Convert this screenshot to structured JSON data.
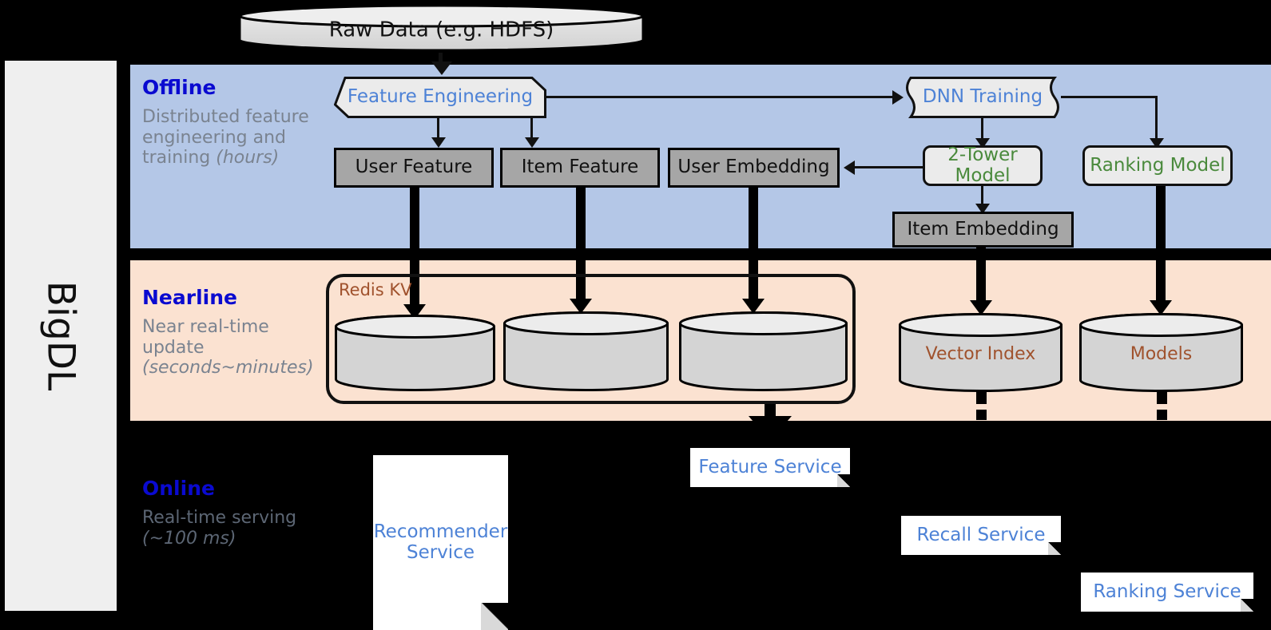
{
  "rail": {
    "label": "BigDL"
  },
  "stages": [
    {
      "id": "offline",
      "title": "Offline",
      "subtitle_plain": "Distributed feature engineering and training ",
      "subtitle_em": "(hours)"
    },
    {
      "id": "nearline",
      "title": "Nearline",
      "subtitle_plain": "Near real-time update ",
      "subtitle_em": "(seconds~minutes)"
    },
    {
      "id": "online",
      "title": "Online",
      "subtitle_plain": "Real-time serving ",
      "subtitle_em": "(~100 ms)"
    }
  ],
  "source": {
    "raw_data": "Raw Data (e.g. HDFS)"
  },
  "offline": {
    "feature_engineering": "Feature Engineering",
    "dnn_training": "DNN Training",
    "user_feature": "User Feature",
    "item_feature": "Item Feature",
    "user_embedding": "User Embedding",
    "two_tower_model": "2-Tower Model",
    "ranking_model": "Ranking Model",
    "item_embedding": "Item Embedding"
  },
  "nearline": {
    "redis_group": "Redis KV",
    "store_1": "",
    "store_2": "",
    "store_3": "",
    "vector_index": "Vector Index",
    "models": "Models"
  },
  "online": {
    "recommender_service": "Recommender Service",
    "feature_service": "Feature Service",
    "recall_service": "Recall Service",
    "ranking_service": "Ranking Service"
  },
  "colors": {
    "offline_band": "#b4c7e7",
    "nearline_band": "#fbe2d1",
    "rail": "#efefef",
    "stage_title": "#0a0ad0",
    "blue_text": "#4d82d6",
    "green_text": "#4a8a3c",
    "brown_text": "#a0522d",
    "gray_box": "#a6a6a6"
  }
}
